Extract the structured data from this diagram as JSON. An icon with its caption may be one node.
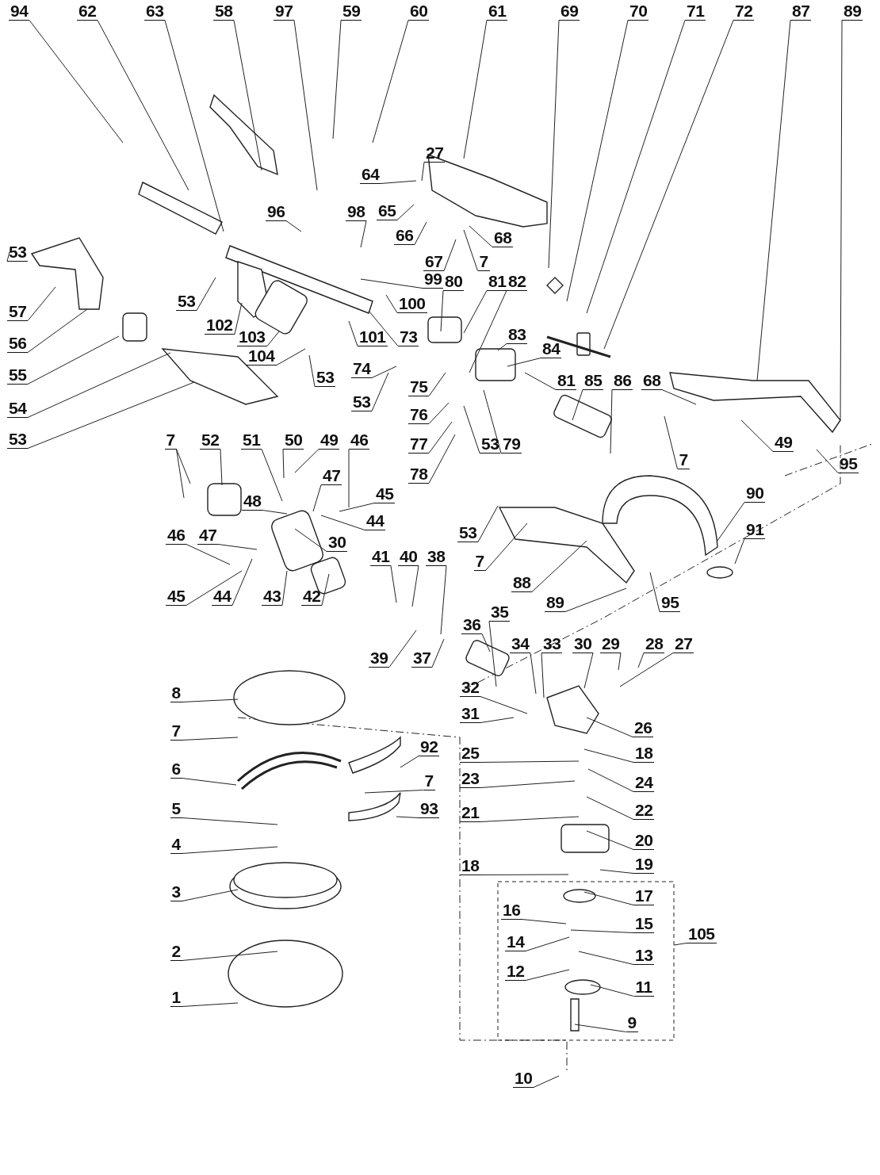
{
  "diagram": {
    "nodes": [
      {
        "text": [
          "94"
        ]
      },
      {
        "text": [
          "62"
        ]
      },
      {
        "text": [
          "63"
        ]
      },
      {
        "text": [
          "58"
        ]
      },
      {
        "text": [
          "97"
        ]
      },
      {
        "text": [
          "59"
        ]
      },
      {
        "text": [
          "60"
        ]
      },
      {
        "text": [
          "61"
        ]
      },
      {
        "text": [
          "69"
        ]
      },
      {
        "text": [
          "70"
        ]
      },
      {
        "text": [
          "71"
        ]
      },
      {
        "text": [
          "72"
        ]
      },
      {
        "text": [
          "87"
        ]
      },
      {
        "text": [
          "89"
        ]
      },
      {
        "text": [
          "53"
        ]
      },
      {
        "text": [
          "57"
        ]
      },
      {
        "text": [
          "56"
        ]
      },
      {
        "text": [
          "55"
        ]
      },
      {
        "text": [
          "54"
        ]
      },
      {
        "text": [
          "53"
        ]
      },
      {
        "text": [
          "53"
        ]
      },
      {
        "text": [
          "102"
        ]
      },
      {
        "text": [
          "103"
        ]
      },
      {
        "text": [
          "104"
        ]
      },
      {
        "text": [
          "53"
        ]
      },
      {
        "text": [
          "101"
        ]
      },
      {
        "text": [
          "73"
        ]
      },
      {
        "text": [
          "96"
        ]
      },
      {
        "text": [
          "98"
        ]
      },
      {
        "text": [
          "64"
        ]
      },
      {
        "text": [
          "27"
        ]
      },
      {
        "text": [
          "65"
        ]
      },
      {
        "text": [
          "66"
        ]
      },
      {
        "text": [
          "67"
        ]
      },
      {
        "text": [
          "7"
        ]
      },
      {
        "text": [
          "68"
        ]
      },
      {
        "text": [
          "99"
        ]
      },
      {
        "text": [
          "100"
        ]
      },
      {
        "text": [
          "80"
        ]
      },
      {
        "text": [
          "81"
        ]
      },
      {
        "text": [
          "82"
        ]
      },
      {
        "text": [
          "74"
        ]
      },
      {
        "text": [
          "75"
        ]
      },
      {
        "text": [
          "53"
        ]
      },
      {
        "text": [
          "76"
        ]
      },
      {
        "text": [
          "77"
        ]
      },
      {
        "text": [
          "78"
        ]
      },
      {
        "text": [
          "83"
        ]
      },
      {
        "text": [
          "84"
        ]
      },
      {
        "text": [
          "81"
        ]
      },
      {
        "text": [
          "85"
        ]
      },
      {
        "text": [
          "86"
        ]
      },
      {
        "text": [
          "79"
        ]
      },
      {
        "text": [
          "53"
        ]
      },
      {
        "text": [
          "68"
        ]
      },
      {
        "text": [
          "7"
        ]
      },
      {
        "text": [
          "49"
        ]
      },
      {
        "text": [
          "95"
        ]
      },
      {
        "text": [
          "7"
        ]
      },
      {
        "text": [
          "52"
        ]
      },
      {
        "text": [
          "51"
        ]
      },
      {
        "text": [
          "50"
        ]
      },
      {
        "text": [
          "49"
        ]
      },
      {
        "text": [
          "46"
        ]
      },
      {
        "text": [
          "47"
        ]
      },
      {
        "text": [
          "45"
        ]
      },
      {
        "text": [
          "44"
        ]
      },
      {
        "text": [
          "48"
        ]
      },
      {
        "text": [
          "30"
        ]
      },
      {
        "text": [
          "46"
        ]
      },
      {
        "text": [
          "47"
        ]
      },
      {
        "text": [
          "45"
        ]
      },
      {
        "text": [
          "44"
        ]
      },
      {
        "text": [
          "43"
        ]
      },
      {
        "text": [
          "42"
        ]
      },
      {
        "text": [
          "41"
        ]
      },
      {
        "text": [
          "40"
        ]
      },
      {
        "text": [
          "38"
        ]
      },
      {
        "text": [
          "39"
        ]
      },
      {
        "text": [
          "37"
        ]
      },
      {
        "text": [
          "90"
        ]
      },
      {
        "text": [
          "91"
        ]
      },
      {
        "text": [
          "53"
        ]
      },
      {
        "text": [
          "7"
        ]
      },
      {
        "text": [
          "88"
        ]
      },
      {
        "text": [
          "89"
        ]
      },
      {
        "text": [
          "95"
        ]
      },
      {
        "text": [
          "36"
        ]
      },
      {
        "text": [
          "35"
        ]
      },
      {
        "text": [
          "34"
        ]
      },
      {
        "text": [
          "33"
        ]
      },
      {
        "text": [
          "30"
        ]
      },
      {
        "text": [
          "29"
        ]
      },
      {
        "text": [
          "28"
        ]
      },
      {
        "text": [
          "27"
        ]
      },
      {
        "text": [
          "32"
        ]
      },
      {
        "text": [
          "31"
        ]
      },
      {
        "text": [
          "26"
        ]
      },
      {
        "text": [
          "25"
        ]
      },
      {
        "text": [
          "18"
        ]
      },
      {
        "text": [
          "24"
        ]
      },
      {
        "text": [
          "23"
        ]
      },
      {
        "text": [
          "22"
        ]
      },
      {
        "text": [
          "21"
        ]
      },
      {
        "text": [
          "20"
        ]
      },
      {
        "text": [
          "19"
        ]
      },
      {
        "text": [
          "18"
        ]
      },
      {
        "text": [
          "17"
        ]
      },
      {
        "text": [
          "16"
        ]
      },
      {
        "text": [
          "15"
        ]
      },
      {
        "text": [
          "14"
        ]
      },
      {
        "text": [
          "13"
        ]
      },
      {
        "text": [
          "12"
        ]
      },
      {
        "text": [
          "11"
        ]
      },
      {
        "text": [
          "9"
        ]
      },
      {
        "text": [
          "105"
        ]
      },
      {
        "text": [
          "10"
        ]
      },
      {
        "text": [
          "8"
        ]
      },
      {
        "text": [
          "7"
        ]
      },
      {
        "text": [
          "6"
        ]
      },
      {
        "text": [
          "5"
        ]
      },
      {
        "text": [
          "4"
        ]
      },
      {
        "text": [
          "3"
        ]
      },
      {
        "text": [
          "2"
        ]
      },
      {
        "text": [
          "1"
        ]
      },
      {
        "text": [
          "92"
        ]
      },
      {
        "text": [
          "7"
        ]
      },
      {
        "text": [
          "93"
        ]
      }
    ],
    "edges": [
      {
        "from": 0,
        "to": null,
        "arrow": "none"
      },
      {
        "from": 1,
        "to": null,
        "arrow": "none"
      },
      {
        "from": 2,
        "to": null,
        "arrow": "none"
      },
      {
        "from": 3,
        "to": null,
        "arrow": "none"
      },
      {
        "from": 4,
        "to": null,
        "arrow": "none"
      },
      {
        "from": 5,
        "to": null,
        "arrow": "none"
      },
      {
        "from": 6,
        "to": null,
        "arrow": "none"
      },
      {
        "from": 7,
        "to": null,
        "arrow": "none"
      },
      {
        "from": 8,
        "to": null,
        "arrow": "none"
      },
      {
        "from": 9,
        "to": null,
        "arrow": "none"
      },
      {
        "from": 10,
        "to": null,
        "arrow": "none"
      },
      {
        "from": 11,
        "to": null,
        "arrow": "none"
      },
      {
        "from": 12,
        "to": null,
        "arrow": "none"
      },
      {
        "from": 13,
        "to": null,
        "arrow": "none"
      },
      {
        "from": 14,
        "to": null,
        "arrow": "none"
      },
      {
        "from": 15,
        "to": null,
        "arrow": "none"
      },
      {
        "from": 16,
        "to": null,
        "arrow": "none"
      },
      {
        "from": 17,
        "to": null,
        "arrow": "none"
      },
      {
        "from": 18,
        "to": null,
        "arrow": "none"
      },
      {
        "from": 19,
        "to": null,
        "arrow": "none"
      },
      {
        "from": 20,
        "to": null,
        "arrow": "none"
      },
      {
        "from": 21,
        "to": null,
        "arrow": "none"
      },
      {
        "from": 22,
        "to": null,
        "arrow": "none"
      },
      {
        "from": 23,
        "to": null,
        "arrow": "none"
      },
      {
        "from": 24,
        "to": null,
        "arrow": "none"
      },
      {
        "from": 25,
        "to": null,
        "arrow": "none"
      },
      {
        "from": 26,
        "to": null,
        "arrow": "none"
      },
      {
        "from": 27,
        "to": null,
        "arrow": "none"
      },
      {
        "from": 28,
        "to": null,
        "arrow": "none"
      },
      {
        "from": 29,
        "to": null,
        "arrow": "none"
      },
      {
        "from": 30,
        "to": null,
        "arrow": "none"
      },
      {
        "from": 31,
        "to": null,
        "arrow": "none"
      },
      {
        "from": 32,
        "to": null,
        "arrow": "none"
      },
      {
        "from": 33,
        "to": null,
        "arrow": "none"
      },
      {
        "from": 34,
        "to": null,
        "arrow": "none"
      },
      {
        "from": 35,
        "to": null,
        "arrow": "none"
      },
      {
        "from": 36,
        "to": null,
        "arrow": "none"
      },
      {
        "from": 37,
        "to": null,
        "arrow": "none"
      },
      {
        "from": 38,
        "to": null,
        "arrow": "none"
      },
      {
        "from": 39,
        "to": null,
        "arrow": "none"
      },
      {
        "from": 40,
        "to": null,
        "arrow": "none"
      },
      {
        "from": 41,
        "to": null,
        "arrow": "none"
      },
      {
        "from": 42,
        "to": null,
        "arrow": "none"
      },
      {
        "from": 43,
        "to": null,
        "arrow": "none"
      },
      {
        "from": 44,
        "to": null,
        "arrow": "none"
      },
      {
        "from": 45,
        "to": null,
        "arrow": "none"
      },
      {
        "from": 46,
        "to": null,
        "arrow": "none"
      },
      {
        "from": 47,
        "to": null,
        "arrow": "none"
      },
      {
        "from": 48,
        "to": null,
        "arrow": "none"
      },
      {
        "from": 49,
        "to": null,
        "arrow": "none"
      },
      {
        "from": 50,
        "to": null,
        "arrow": "none"
      },
      {
        "from": 51,
        "to": null,
        "arrow": "none"
      },
      {
        "from": 52,
        "to": null,
        "arrow": "none"
      },
      {
        "from": 53,
        "to": null,
        "arrow": "none"
      },
      {
        "from": 54,
        "to": null,
        "arrow": "none"
      },
      {
        "from": 55,
        "to": null,
        "arrow": "none"
      },
      {
        "from": 56,
        "to": null,
        "arrow": "none"
      },
      {
        "from": 57,
        "to": null,
        "arrow": "none"
      },
      {
        "from": 58,
        "to": null,
        "arrow": "none"
      },
      {
        "from": 58,
        "to": null,
        "arrow": "none"
      },
      {
        "from": 59,
        "to": null,
        "arrow": "none"
      },
      {
        "from": 60,
        "to": null,
        "arrow": "none"
      },
      {
        "from": 61,
        "to": null,
        "arrow": "none"
      },
      {
        "from": 62,
        "to": null,
        "arrow": "none"
      },
      {
        "from": 63,
        "to": null,
        "arrow": "none"
      },
      {
        "from": 64,
        "to": null,
        "arrow": "none"
      },
      {
        "from": 65,
        "to": null,
        "arrow": "none"
      },
      {
        "from": 66,
        "to": null,
        "arrow": "none"
      },
      {
        "from": 67,
        "to": null,
        "arrow": "none"
      },
      {
        "from": 68,
        "to": null,
        "arrow": "none"
      },
      {
        "from": 69,
        "to": null,
        "arrow": "none"
      },
      {
        "from": 70,
        "to": null,
        "arrow": "none"
      },
      {
        "from": 71,
        "to": null,
        "arrow": "none"
      },
      {
        "from": 72,
        "to": null,
        "arrow": "none"
      },
      {
        "from": 73,
        "to": null,
        "arrow": "none"
      },
      {
        "from": 74,
        "to": null,
        "arrow": "none"
      },
      {
        "from": 75,
        "to": null,
        "arrow": "none"
      },
      {
        "from": 76,
        "to": null,
        "arrow": "none"
      },
      {
        "from": 77,
        "to": null,
        "arrow": "none"
      },
      {
        "from": 78,
        "to": null,
        "arrow": "none"
      },
      {
        "from": 79,
        "to": null,
        "arrow": "none"
      },
      {
        "from": 80,
        "to": null,
        "arrow": "none"
      },
      {
        "from": 81,
        "to": null,
        "arrow": "none"
      },
      {
        "from": 82,
        "to": null,
        "arrow": "none"
      },
      {
        "from": 83,
        "to": null,
        "arrow": "none"
      },
      {
        "from": 84,
        "to": null,
        "arrow": "none"
      },
      {
        "from": 85,
        "to": null,
        "arrow": "none"
      },
      {
        "from": 86,
        "to": null,
        "arrow": "none"
      },
      {
        "from": 87,
        "to": null,
        "arrow": "none"
      },
      {
        "from": 88,
        "to": null,
        "arrow": "none"
      },
      {
        "from": 89,
        "to": null,
        "arrow": "none"
      },
      {
        "from": 90,
        "to": null,
        "arrow": "none"
      },
      {
        "from": 91,
        "to": null,
        "arrow": "none"
      },
      {
        "from": 92,
        "to": null,
        "arrow": "none"
      },
      {
        "from": 93,
        "to": null,
        "arrow": "none"
      },
      {
        "from": 94,
        "to": null,
        "arrow": "none"
      },
      {
        "from": 95,
        "to": null,
        "arrow": "none"
      },
      {
        "from": 96,
        "to": null,
        "arrow": "none"
      },
      {
        "from": 97,
        "to": null,
        "arrow": "none"
      },
      {
        "from": 98,
        "to": null,
        "arrow": "none"
      },
      {
        "from": 99,
        "to": null,
        "arrow": "none"
      },
      {
        "from": 100,
        "to": null,
        "arrow": "none"
      },
      {
        "from": 101,
        "to": null,
        "arrow": "none"
      },
      {
        "from": 102,
        "to": null,
        "arrow": "none"
      },
      {
        "from": 103,
        "to": null,
        "arrow": "none"
      },
      {
        "from": 104,
        "to": null,
        "arrow": "none"
      },
      {
        "from": 105,
        "to": null,
        "arrow": "none"
      },
      {
        "from": 106,
        "to": null,
        "arrow": "none"
      },
      {
        "from": 107,
        "to": null,
        "arrow": "none"
      },
      {
        "from": 108,
        "to": null,
        "arrow": "none"
      },
      {
        "from": 109,
        "to": null,
        "arrow": "none"
      },
      {
        "from": 110,
        "to": null,
        "arrow": "none"
      },
      {
        "from": 111,
        "to": null,
        "arrow": "none"
      },
      {
        "from": 112,
        "to": null,
        "arrow": "none"
      },
      {
        "from": 113,
        "to": null,
        "arrow": "none"
      },
      {
        "from": 114,
        "to": null,
        "arrow": "none"
      },
      {
        "from": 115,
        "to": null,
        "arrow": "none"
      },
      {
        "from": 116,
        "to": null,
        "arrow": "none"
      },
      {
        "from": 117,
        "to": null,
        "arrow": "none"
      },
      {
        "from": 118,
        "to": null,
        "arrow": "none"
      },
      {
        "from": 119,
        "to": null,
        "arrow": "none"
      },
      {
        "from": 120,
        "to": null,
        "arrow": "none"
      },
      {
        "from": 121,
        "to": null,
        "arrow": "none"
      },
      {
        "from": 122,
        "to": null,
        "arrow": "none"
      },
      {
        "from": 123,
        "to": null,
        "arrow": "none"
      },
      {
        "from": 124,
        "to": null,
        "arrow": "none"
      },
      {
        "from": 125,
        "to": null,
        "arrow": "none"
      },
      {
        "from": 126,
        "to": null,
        "arrow": "none"
      },
      {
        "from": 127,
        "to": null,
        "arrow": "none"
      }
    ]
  }
}
